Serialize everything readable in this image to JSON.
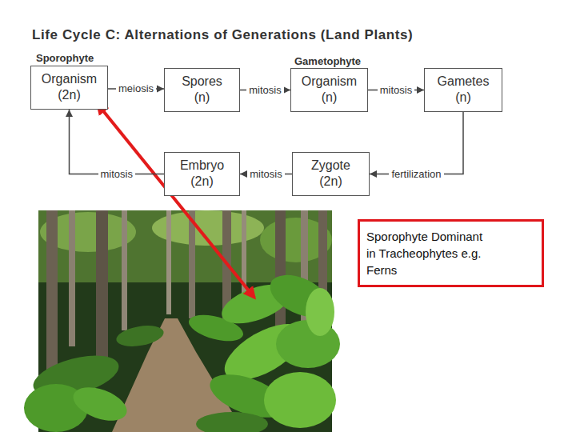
{
  "diagram": {
    "title": "Life Cycle C: Alternations of Generations (Land Plants)",
    "nodes": [
      {
        "text": [
          "Sporophyte",
          "Organism (2n)"
        ]
      },
      {
        "text": [
          "Spores (n)"
        ]
      },
      {
        "text": [
          "Gametophyte",
          "Organism (n)"
        ]
      },
      {
        "text": [
          "Gametes (n)"
        ]
      },
      {
        "text": [
          "Embryo (2n)"
        ]
      },
      {
        "text": [
          "Zygote (2n)"
        ]
      },
      {
        "text": [
          "Sporophyte Dominant in Tracheophytes e.g. Ferns"
        ]
      }
    ],
    "edges": [
      {
        "from": 0,
        "to": 1,
        "label": "meiosis",
        "arrow": "to"
      },
      {
        "from": 1,
        "to": 2,
        "label": "mitosis",
        "arrow": "to"
      },
      {
        "from": 2,
        "to": 3,
        "label": "mitosis",
        "arrow": "to"
      },
      {
        "from": 3,
        "to": 5,
        "label": "fertilization",
        "arrow": "to"
      },
      {
        "from": 5,
        "to": 4,
        "label": "mitosis",
        "arrow": "to"
      },
      {
        "from": 4,
        "to": 0,
        "label": "mitosis",
        "arrow": "to"
      }
    ]
  }
}
